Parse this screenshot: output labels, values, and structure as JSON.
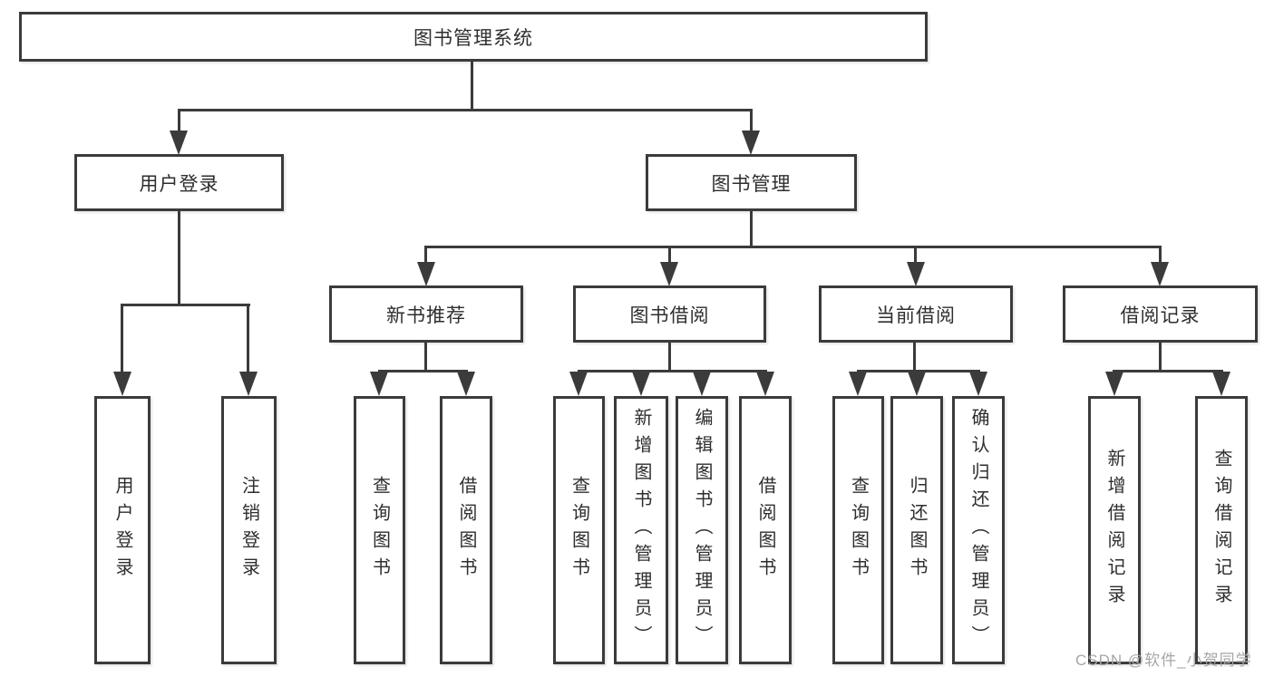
{
  "tree": {
    "label": "图书管理系统",
    "children": [
      {
        "label": "用户登录",
        "children": [
          {
            "label": "用户登录"
          },
          {
            "label": "注销登录"
          }
        ]
      },
      {
        "label": "图书管理",
        "children": [
          {
            "label": "新书推荐",
            "children": [
              {
                "label": "查询图书"
              },
              {
                "label": "借阅图书"
              }
            ]
          },
          {
            "label": "图书借阅",
            "children": [
              {
                "label": "查询图书"
              },
              {
                "label": "新增图书（管理员）"
              },
              {
                "label": "编辑图书（管理员）"
              },
              {
                "label": "借阅图书"
              }
            ]
          },
          {
            "label": "当前借阅",
            "children": [
              {
                "label": "查询图书"
              },
              {
                "label": "归还图书"
              },
              {
                "label": "确认归还（管理员）"
              }
            ]
          },
          {
            "label": "借阅记录",
            "children": [
              {
                "label": "新增借阅记录"
              },
              {
                "label": "查询借阅记录"
              }
            ]
          }
        ]
      }
    ]
  },
  "watermark": {
    "text": "CSDN @软件_小贺同学"
  },
  "colors": {
    "line": "#3b3b3b",
    "text": "#2e2e2e",
    "watermark": "#a6a6a6",
    "background": "#ffffff"
  }
}
